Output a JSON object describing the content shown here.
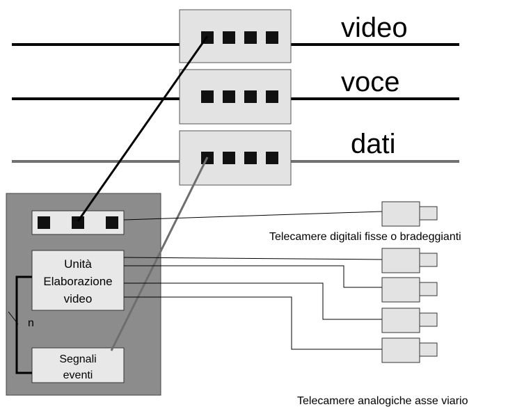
{
  "network_lines": {
    "video": "video",
    "voce": "voce",
    "dati": "dati"
  },
  "processing_box": {
    "unit_label_lines": [
      "Unità",
      "Elaborazione",
      "video"
    ],
    "events_label_lines": [
      "Segnali",
      "eventi"
    ],
    "multiplicity": "n"
  },
  "cameras": {
    "digital_caption": "Telecamere digitali fisse o bradeggianti",
    "analog_caption": "Telecamere analogiche asse viario"
  },
  "colors": {
    "switch_fill": "#e3e3e3",
    "outer_box_fill": "#8c8c8c",
    "inner_box_fill": "#e8e8e8",
    "camera_fill": "#e3e3e3",
    "port_fill": "#111111",
    "data_line": "#707070"
  }
}
